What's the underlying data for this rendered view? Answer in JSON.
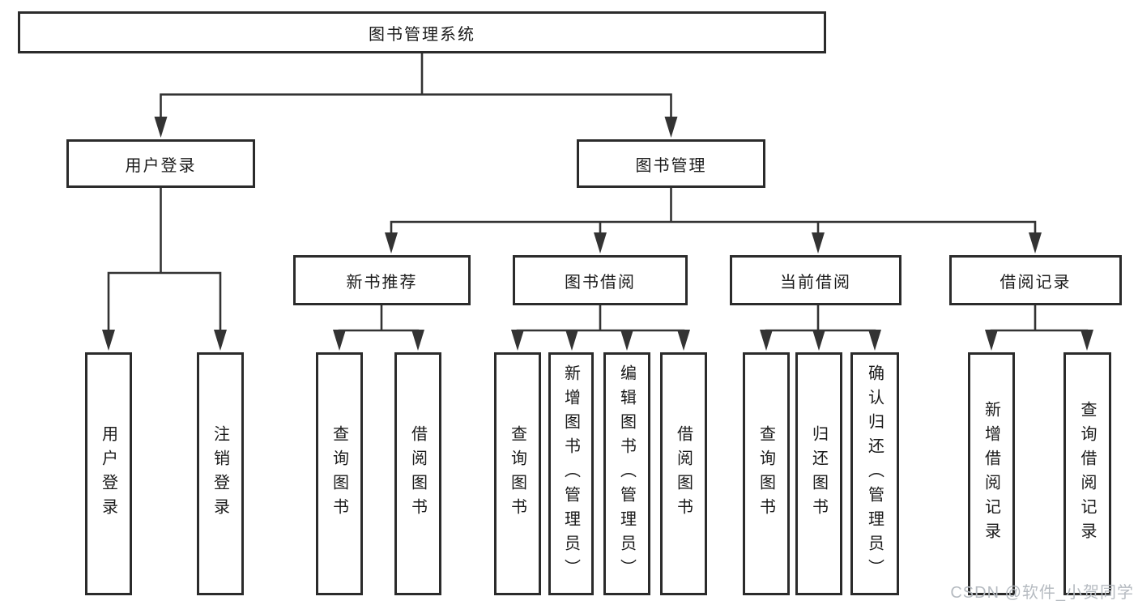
{
  "diagram": {
    "title": "图书管理系统",
    "nodes": {
      "root": {
        "label": "图书管理系统"
      },
      "userLogin": {
        "label": "用户登录"
      },
      "bookMgmt": {
        "label": "图书管理"
      },
      "newBookRec": {
        "label": "新书推荐"
      },
      "bookBorrow": {
        "label": "图书借阅"
      },
      "currentBorrow": {
        "label": "当前借阅"
      },
      "borrowRecords": {
        "label": "借阅记录"
      },
      "leafUserLogin": {
        "label": "用户登录"
      },
      "leafLogout": {
        "label": "注销登录"
      },
      "leafQueryBook1": {
        "label": "查询图书"
      },
      "leafBorrowBook1": {
        "label": "借阅图书"
      },
      "leafQueryBook2": {
        "label": "查询图书"
      },
      "leafAddBook": {
        "label": "新增图书（管理员）"
      },
      "leafEditBook": {
        "label": "编辑图书（管理员）"
      },
      "leafBorrowBook2": {
        "label": "借阅图书"
      },
      "leafQueryBook3": {
        "label": "查询图书"
      },
      "leafReturnBook": {
        "label": "归还图书"
      },
      "leafConfirmReturn": {
        "label": "确认归还（管理员）"
      },
      "leafAddRecord": {
        "label": "新增借阅记录"
      },
      "leafQueryRecord": {
        "label": "查询借阅记录"
      }
    },
    "watermark": "CSDN @软件_小贺同学",
    "colors": {
      "line": "#333333",
      "box_border": "#2b2b2b",
      "text": "#1a1a1a",
      "watermark": "#b6bbc1",
      "background": "#ffffff"
    }
  }
}
